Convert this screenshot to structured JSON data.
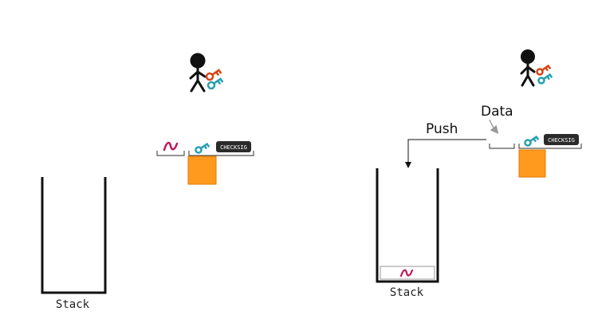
{
  "colors": {
    "signature": "#c2185b",
    "public_key": "#26a0b0",
    "private_key": "#d84315",
    "locking_box": "#ff9a1f",
    "opcode_bg": "#2b2b2b",
    "stack_outline": "#111111"
  },
  "icons": {
    "person": "stick-figure-icon",
    "private_key": "red-key-icon",
    "public_key": "teal-key-icon",
    "signature": "tilde-signature-icon"
  },
  "left_panel": {
    "opcode_label": "CHECKSIG",
    "stack_label": "Stack"
  },
  "right_panel": {
    "opcode_label": "CHECKSIG",
    "stack_label": "Stack",
    "push_label": "Push",
    "data_label": "Data"
  }
}
